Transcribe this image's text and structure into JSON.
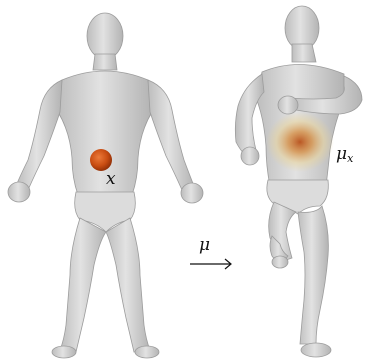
{
  "figure": {
    "labels": {
      "source_point": "x",
      "map": "μ",
      "target": "μ",
      "target_subscript": "x"
    },
    "colors": {
      "background": "#ffffff",
      "body": "#d2d2d2",
      "body_shadow": "#a9a9a9",
      "source_marker": "#c94d12",
      "target_heat": "#c8641e",
      "target_halo": "#e8d39a"
    }
  }
}
